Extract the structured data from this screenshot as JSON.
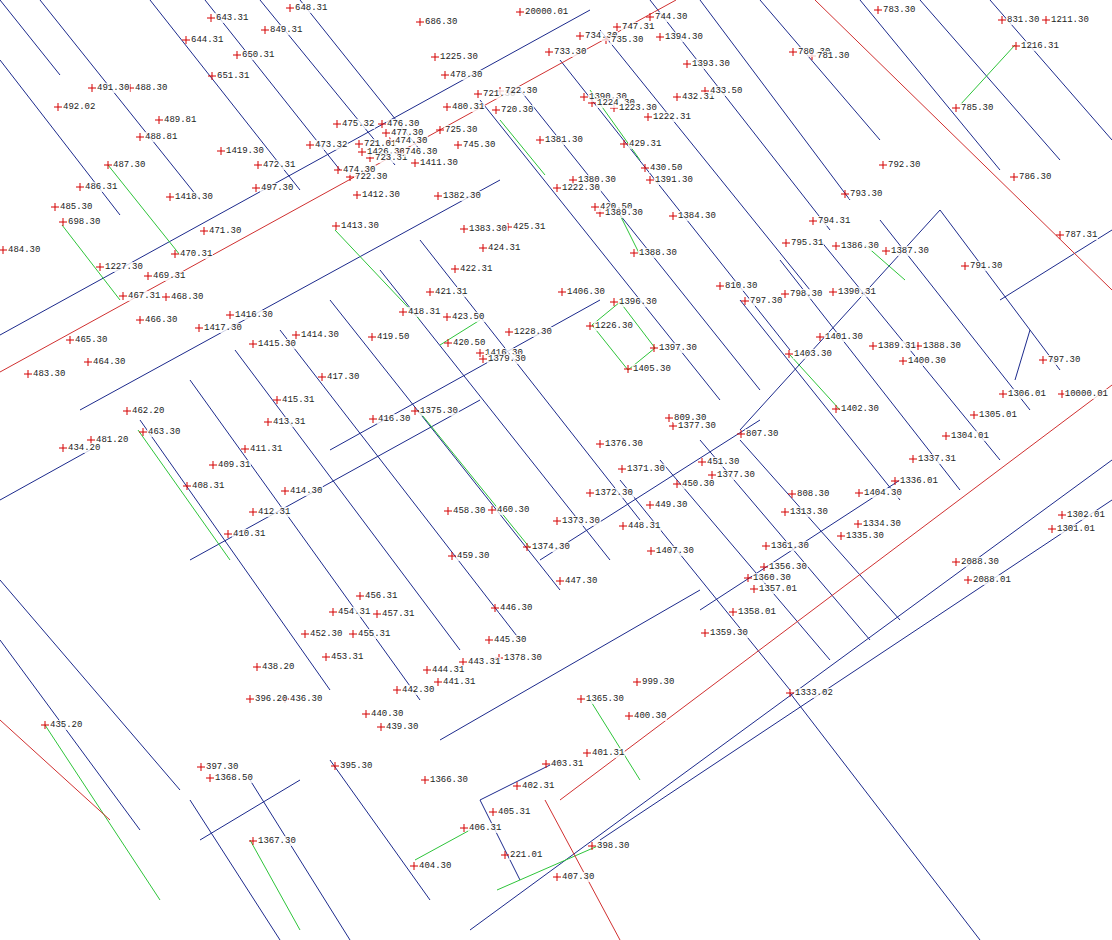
{
  "diagram": {
    "labels": [
      "643.31",
      "648.31",
      "686.30",
      "20000.01",
      "744.30",
      "783.30",
      "831.30",
      "1211.30",
      "644.31",
      "849.31",
      "747.31",
      "734.30",
      "735.30",
      "1394.30",
      "1225.30",
      "650.31",
      "733.30",
      "1393.30",
      "780.30",
      "781.30",
      "1216.31",
      "651.31",
      "491.30",
      "488.30",
      "478.30",
      "492.02",
      "721.30",
      "722.30",
      "1390.30",
      "1224.30",
      "432.31",
      "433.50",
      "1223.30",
      "1222.31",
      "480.31",
      "720.30",
      "785.30",
      "489.81",
      "475.32",
      "476.30",
      "477.30",
      "725.30",
      "488.81",
      "473.32",
      "721.01",
      "474.30",
      "745.30",
      "1381.30",
      "429.31",
      "1419.30",
      "1426.30",
      "723.31",
      "746.30",
      "472.31",
      "474.30",
      "722.30",
      "1411.30",
      "430.50",
      "1391.30",
      "792.30",
      "786.30",
      "487.30",
      "1380.30",
      "1222.30",
      "486.31",
      "497.30",
      "1412.30",
      "1382.30",
      "793.30",
      "1418.30",
      "485.30",
      "420.50",
      "1389.30",
      "1384.30",
      "794.31",
      "698.30",
      "471.30",
      "1413.30",
      "1383.30",
      "425.31",
      "424.31",
      "795.31",
      "1386.30",
      "1387.30",
      "787.31",
      "484.30",
      "470.31",
      "1388.30",
      "1227.30",
      "422.31",
      "791.30",
      "469.31",
      "810.30",
      "421.31",
      "1406.30",
      "467.31",
      "468.30",
      "798.30",
      "1390.31",
      "797.30",
      "1416.30",
      "1396.30",
      "418.31",
      "423.50",
      "466.30",
      "1417.30",
      "1414.30",
      "419.50",
      "1228.30",
      "1226.30",
      "1401.30",
      "465.30",
      "1415.30",
      "420.50",
      "1397.30",
      "1389.31",
      "1388.30",
      "1403.30",
      "1400.30",
      "797.30",
      "1416.30",
      "1379.30",
      "464.30",
      "1405.30",
      "483.30",
      "417.30",
      "1306.01",
      "10000.01",
      "415.31",
      "1402.30",
      "462.20",
      "1375.30",
      "416.30",
      "1305.01",
      "413.31",
      "809.30",
      "1377.30",
      "463.30",
      "807.30",
      "1304.01",
      "481.20",
      "434.20",
      "1376.30",
      "411.31",
      "1337.31",
      "451.30",
      "409.31",
      "1371.30",
      "1377.30",
      "1336.01",
      "408.31",
      "450.30",
      "414.30",
      "1372.30",
      "808.30",
      "1404.30",
      "449.30",
      "458.30",
      "460.30",
      "412.31",
      "1313.30",
      "1302.01",
      "1373.30",
      "448.31",
      "1334.30",
      "1301.01",
      "410.31",
      "1335.30",
      "1374.30",
      "1361.30",
      "1407.30",
      "459.30",
      "2088.30",
      "1356.30",
      "1360.30",
      "1357.01",
      "2088.01",
      "447.30",
      "1358.01",
      "456.31",
      "446.30",
      "454.31",
      "457.31",
      "452.30",
      "455.31",
      "1359.30",
      "445.30",
      "453.31",
      "1378.30",
      "443.31",
      "444.31",
      "438.20",
      "441.31",
      "999.30",
      "1333.02",
      "442.30",
      "1365.30",
      "396.20",
      "436.30",
      "435.20",
      "400.30",
      "440.30",
      "439.30",
      "401.31",
      "403.31",
      "397.30",
      "395.30",
      "1368.50",
      "1366.30",
      "402.31",
      "405.31",
      "406.31",
      "1367.30",
      "221.01",
      "398.30",
      "404.30",
      "407.30"
    ]
  }
}
